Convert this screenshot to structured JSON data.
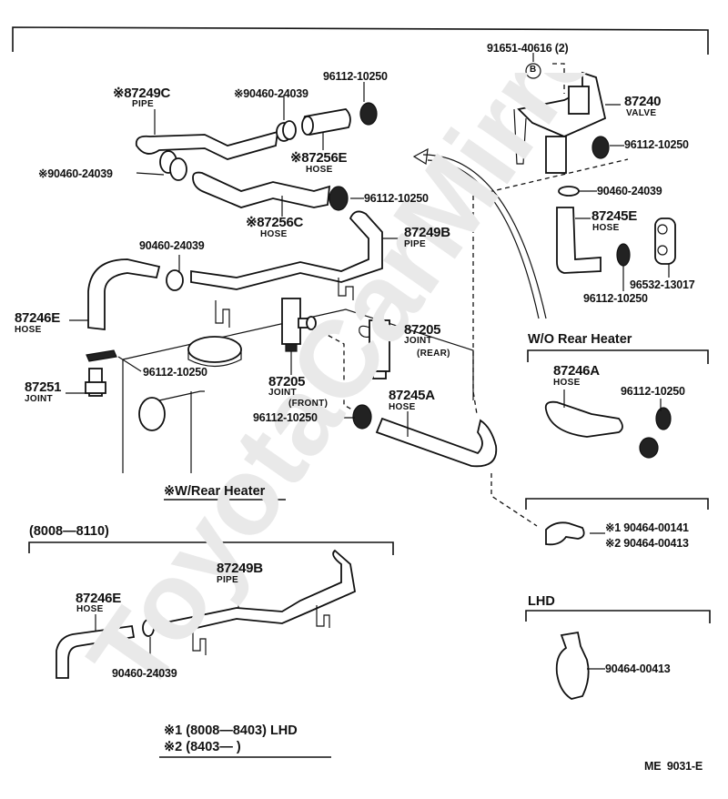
{
  "diagram": {
    "figure_code": "ME  9031-E",
    "watermark": "ToyotaCarMirror.ru"
  },
  "main": {
    "parts": [
      {
        "id": "p-87249c",
        "number": "※87249C",
        "name": "PIPE"
      },
      {
        "id": "p-90460-a",
        "number": "※90460-24039",
        "name": ""
      },
      {
        "id": "p-96112-a",
        "number": "96112-10250",
        "name": ""
      },
      {
        "id": "p-87256e",
        "number": "※87256E",
        "name": "HOSE"
      },
      {
        "id": "p-90460-b",
        "number": "※90460-24039",
        "name": ""
      },
      {
        "id": "p-96112-b",
        "number": "96112-10250",
        "name": ""
      },
      {
        "id": "p-87256c",
        "number": "※87256C",
        "name": "HOSE"
      },
      {
        "id": "p-87249b",
        "number": "87249B",
        "name": "PIPE"
      },
      {
        "id": "p-90460-c",
        "number": "90460-24039",
        "name": ""
      },
      {
        "id": "p-87246e",
        "number": "87246E",
        "name": "HOSE"
      },
      {
        "id": "p-96112-c",
        "number": "96112-10250",
        "name": ""
      },
      {
        "id": "p-87251",
        "number": "87251",
        "name": "JOINT"
      },
      {
        "id": "p-87205-front",
        "number": "87205",
        "name": "JOINT",
        "note": "(FRONT)"
      },
      {
        "id": "p-96112-d",
        "number": "96112-10250",
        "name": ""
      },
      {
        "id": "p-87205-rear",
        "number": "87205",
        "name": "JOINT",
        "note": "(REAR)"
      },
      {
        "id": "p-87245a",
        "number": "87245A",
        "name": "HOSE"
      },
      {
        "id": "p-91651",
        "number": "91651-40616 (2)",
        "name": ""
      },
      {
        "id": "p-87240",
        "number": "87240",
        "name": "VALVE"
      },
      {
        "id": "p-96112-e",
        "number": "96112-10250",
        "name": ""
      },
      {
        "id": "p-90460-d",
        "number": "90460-24039",
        "name": ""
      },
      {
        "id": "p-87245e",
        "number": "87245E",
        "name": "HOSE"
      },
      {
        "id": "p-96532",
        "number": "96532-13017",
        "name": ""
      },
      {
        "id": "p-96112-f",
        "number": "96112-10250",
        "name": ""
      }
    ],
    "bolt_marker": "B",
    "section_label": "※W/Rear Heater"
  },
  "wo_rear_heater": {
    "title": "W/O Rear Heater",
    "parts": [
      {
        "number": "87246A",
        "name": "HOSE"
      },
      {
        "number": "96112-10250",
        "name": ""
      }
    ]
  },
  "clamp_variants": {
    "lines": [
      "※1 90464-00141",
      "※2 90464-00413"
    ]
  },
  "variant_8008_8110": {
    "title": "(8008—8110)",
    "parts": [
      {
        "number": "87249B",
        "name": "PIPE"
      },
      {
        "number": "87246E",
        "name": "HOSE"
      },
      {
        "number": "90460-24039",
        "name": ""
      }
    ]
  },
  "lhd": {
    "title": "LHD",
    "part": "90464-00413"
  },
  "footnotes": {
    "lines": [
      "※1 (8008—8403)  LHD",
      "※2 (8403—          )"
    ]
  }
}
